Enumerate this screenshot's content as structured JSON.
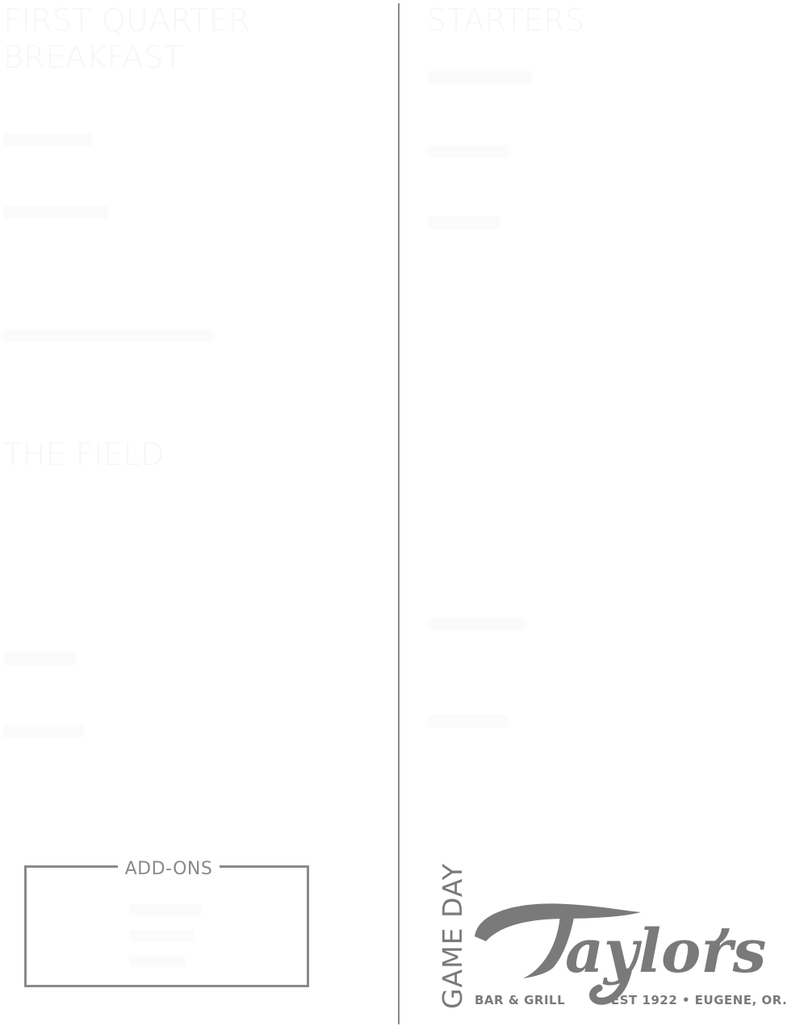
{
  "left_column": {
    "breakfast_heading": "FIRST QUARTER BREAKFAST",
    "field_heading": "THE FIELD"
  },
  "right_column": {
    "starters_heading": "STARTERS"
  },
  "addons": {
    "title": "ADD-ONS"
  },
  "logo": {
    "game_day": "GAME DAY",
    "brand": "Taylor's",
    "sub_left": "BAR & GRILL",
    "sub_right": "EST 1922 • EUGENE, OR."
  },
  "colors": {
    "rule": "#8a8a8a",
    "logo": "#7a7a7a",
    "faded_text": "#f6f6f6"
  }
}
